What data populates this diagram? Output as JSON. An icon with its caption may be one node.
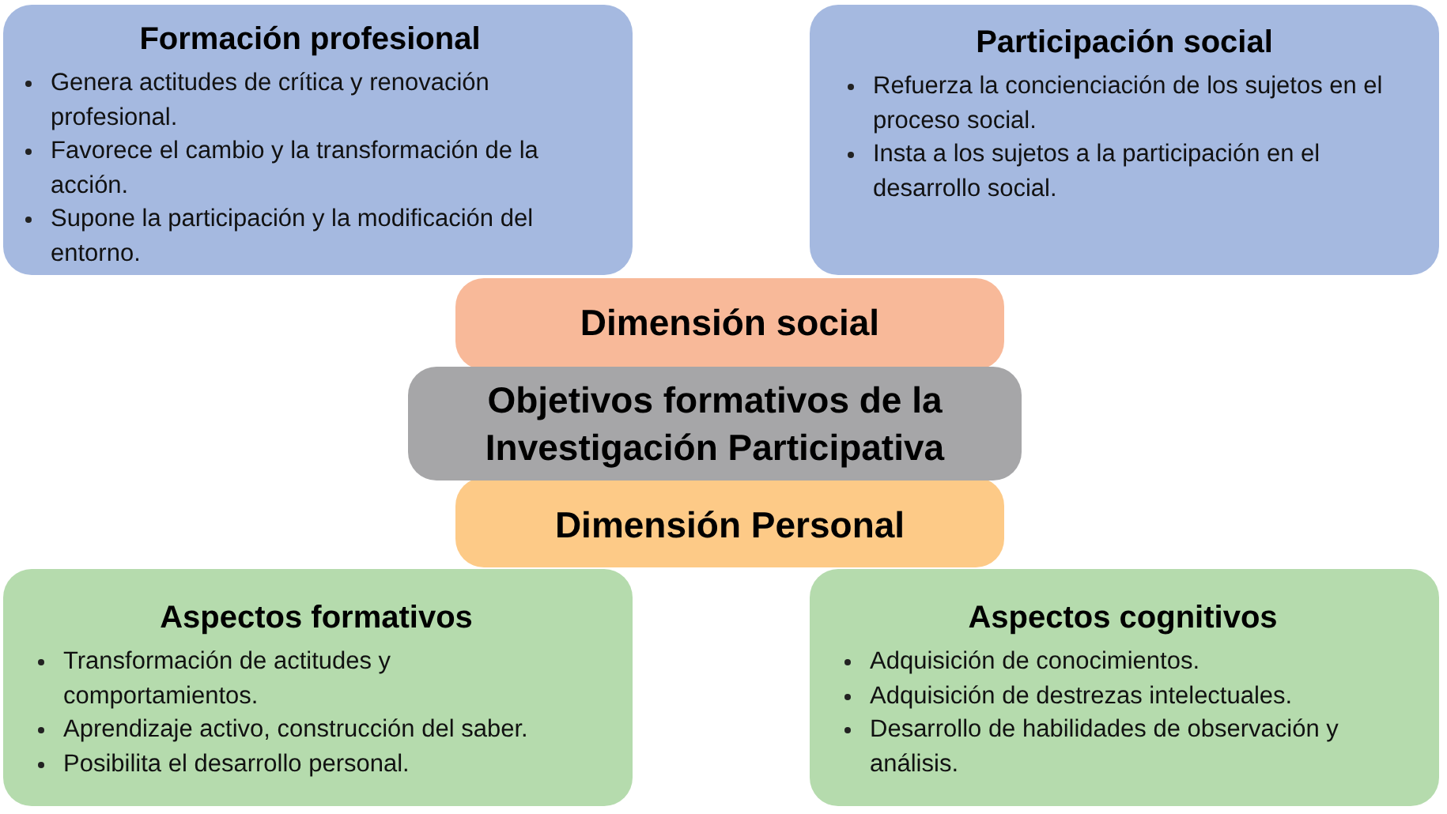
{
  "diagram": {
    "nodes": [
      {
        "text": [
          "Formación profesional",
          "Genera actitudes de crítica y renovación profesional.",
          "Favorece el cambio y la transformación de la acción.",
          "Supone la participación y la modificación del entorno."
        ]
      },
      {
        "text": [
          "Participación social",
          "Refuerza la concienciación de los sujetos en el proceso social.",
          "Insta a los sujetos a la participación en el desarrollo social."
        ]
      },
      {
        "text": [
          "Dimensión social"
        ]
      },
      {
        "text": [
          "Objetivos formativos de la Investigación Participativa"
        ]
      },
      {
        "text": [
          "Dimensión Personal"
        ]
      },
      {
        "text": [
          "Aspectos formativos",
          "Transformación de actitudes y comportamientos.",
          "Aprendizaje activo, construcción del saber.",
          "Posibilita el desarrollo personal."
        ]
      },
      {
        "text": [
          "Aspectos cognitivos",
          "Adquisición de conocimientos.",
          "Adquisición de destrezas intelectuales.",
          "Desarrollo de habilidades de observación y análisis."
        ]
      }
    ]
  }
}
